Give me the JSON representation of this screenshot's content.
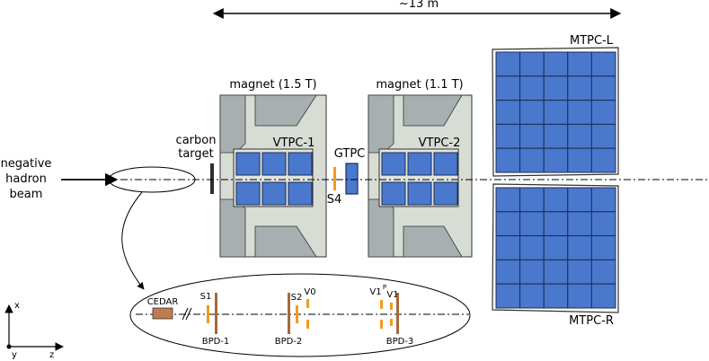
{
  "scale_label": "~13 m",
  "beam_label": [
    "negative",
    "hadron",
    "beam"
  ],
  "target_label": [
    "carbon",
    "target"
  ],
  "magnets": [
    {
      "label": "magnet (1.5 T)",
      "tpc": "VTPC-1"
    },
    {
      "label": "magnet (1.1 T)",
      "tpc": "VTPC-2"
    }
  ],
  "gtpc_label": "GTPC",
  "s4_label": "S4",
  "mtpc_top_label": "MTPC-L",
  "mtpc_bottom_label": "MTPC-R",
  "inset": {
    "cedar": "CEDAR",
    "s1": "S1",
    "s2": "S2",
    "v0": "V0",
    "v1p": "V1",
    "v1p_sup": "P",
    "v1": "V1",
    "bpd1": "BPD-1",
    "bpd2": "BPD-2",
    "bpd3": "BPD-3"
  },
  "axes": {
    "x": "x",
    "y": "y",
    "z": "z"
  },
  "colors": {
    "chamber_blue": "#4a78cc",
    "magnet_fill": "#d7dcd4",
    "yoke_fill": "#a7afb0",
    "orange": "#f39a1f",
    "brown": "#a56a3a",
    "cedar_fill": "#c07b50"
  }
}
